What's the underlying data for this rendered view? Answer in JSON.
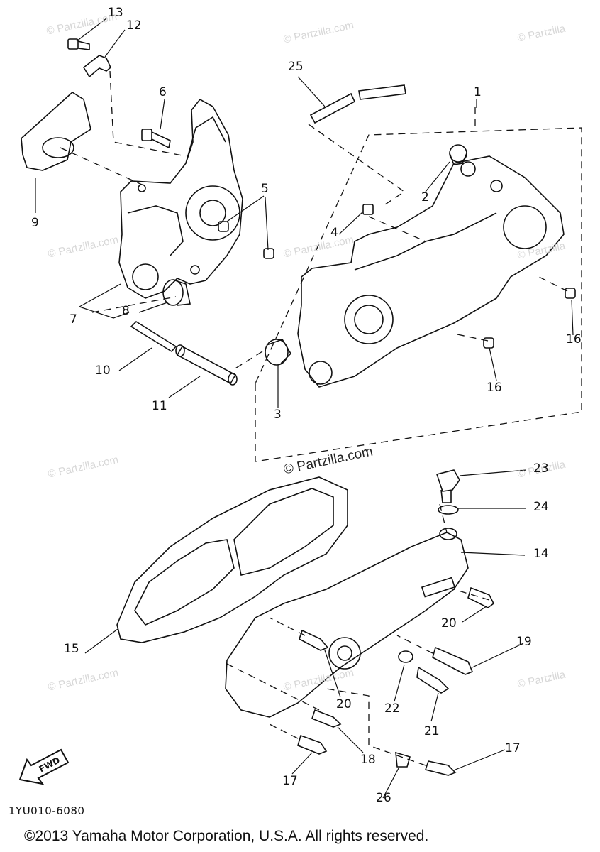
{
  "watermark": "© Partzilla.com",
  "watermark_short": "© Partzilla",
  "center_watermark": "© Partzilla.com",
  "diagram_code": "1YU010-6080",
  "copyright": "©2013 Yamaha Motor Corporation, U.S.A. All rights reserved.",
  "fwd_label": "FWD",
  "callouts": [
    "13",
    "12",
    "6",
    "25",
    "1",
    "9",
    "5",
    "2",
    "4",
    "7",
    "8",
    "16",
    "10",
    "16",
    "11",
    "3",
    "23",
    "24",
    "14",
    "20",
    "15",
    "19",
    "20",
    "22",
    "21",
    "18",
    "17",
    "17",
    "26"
  ]
}
